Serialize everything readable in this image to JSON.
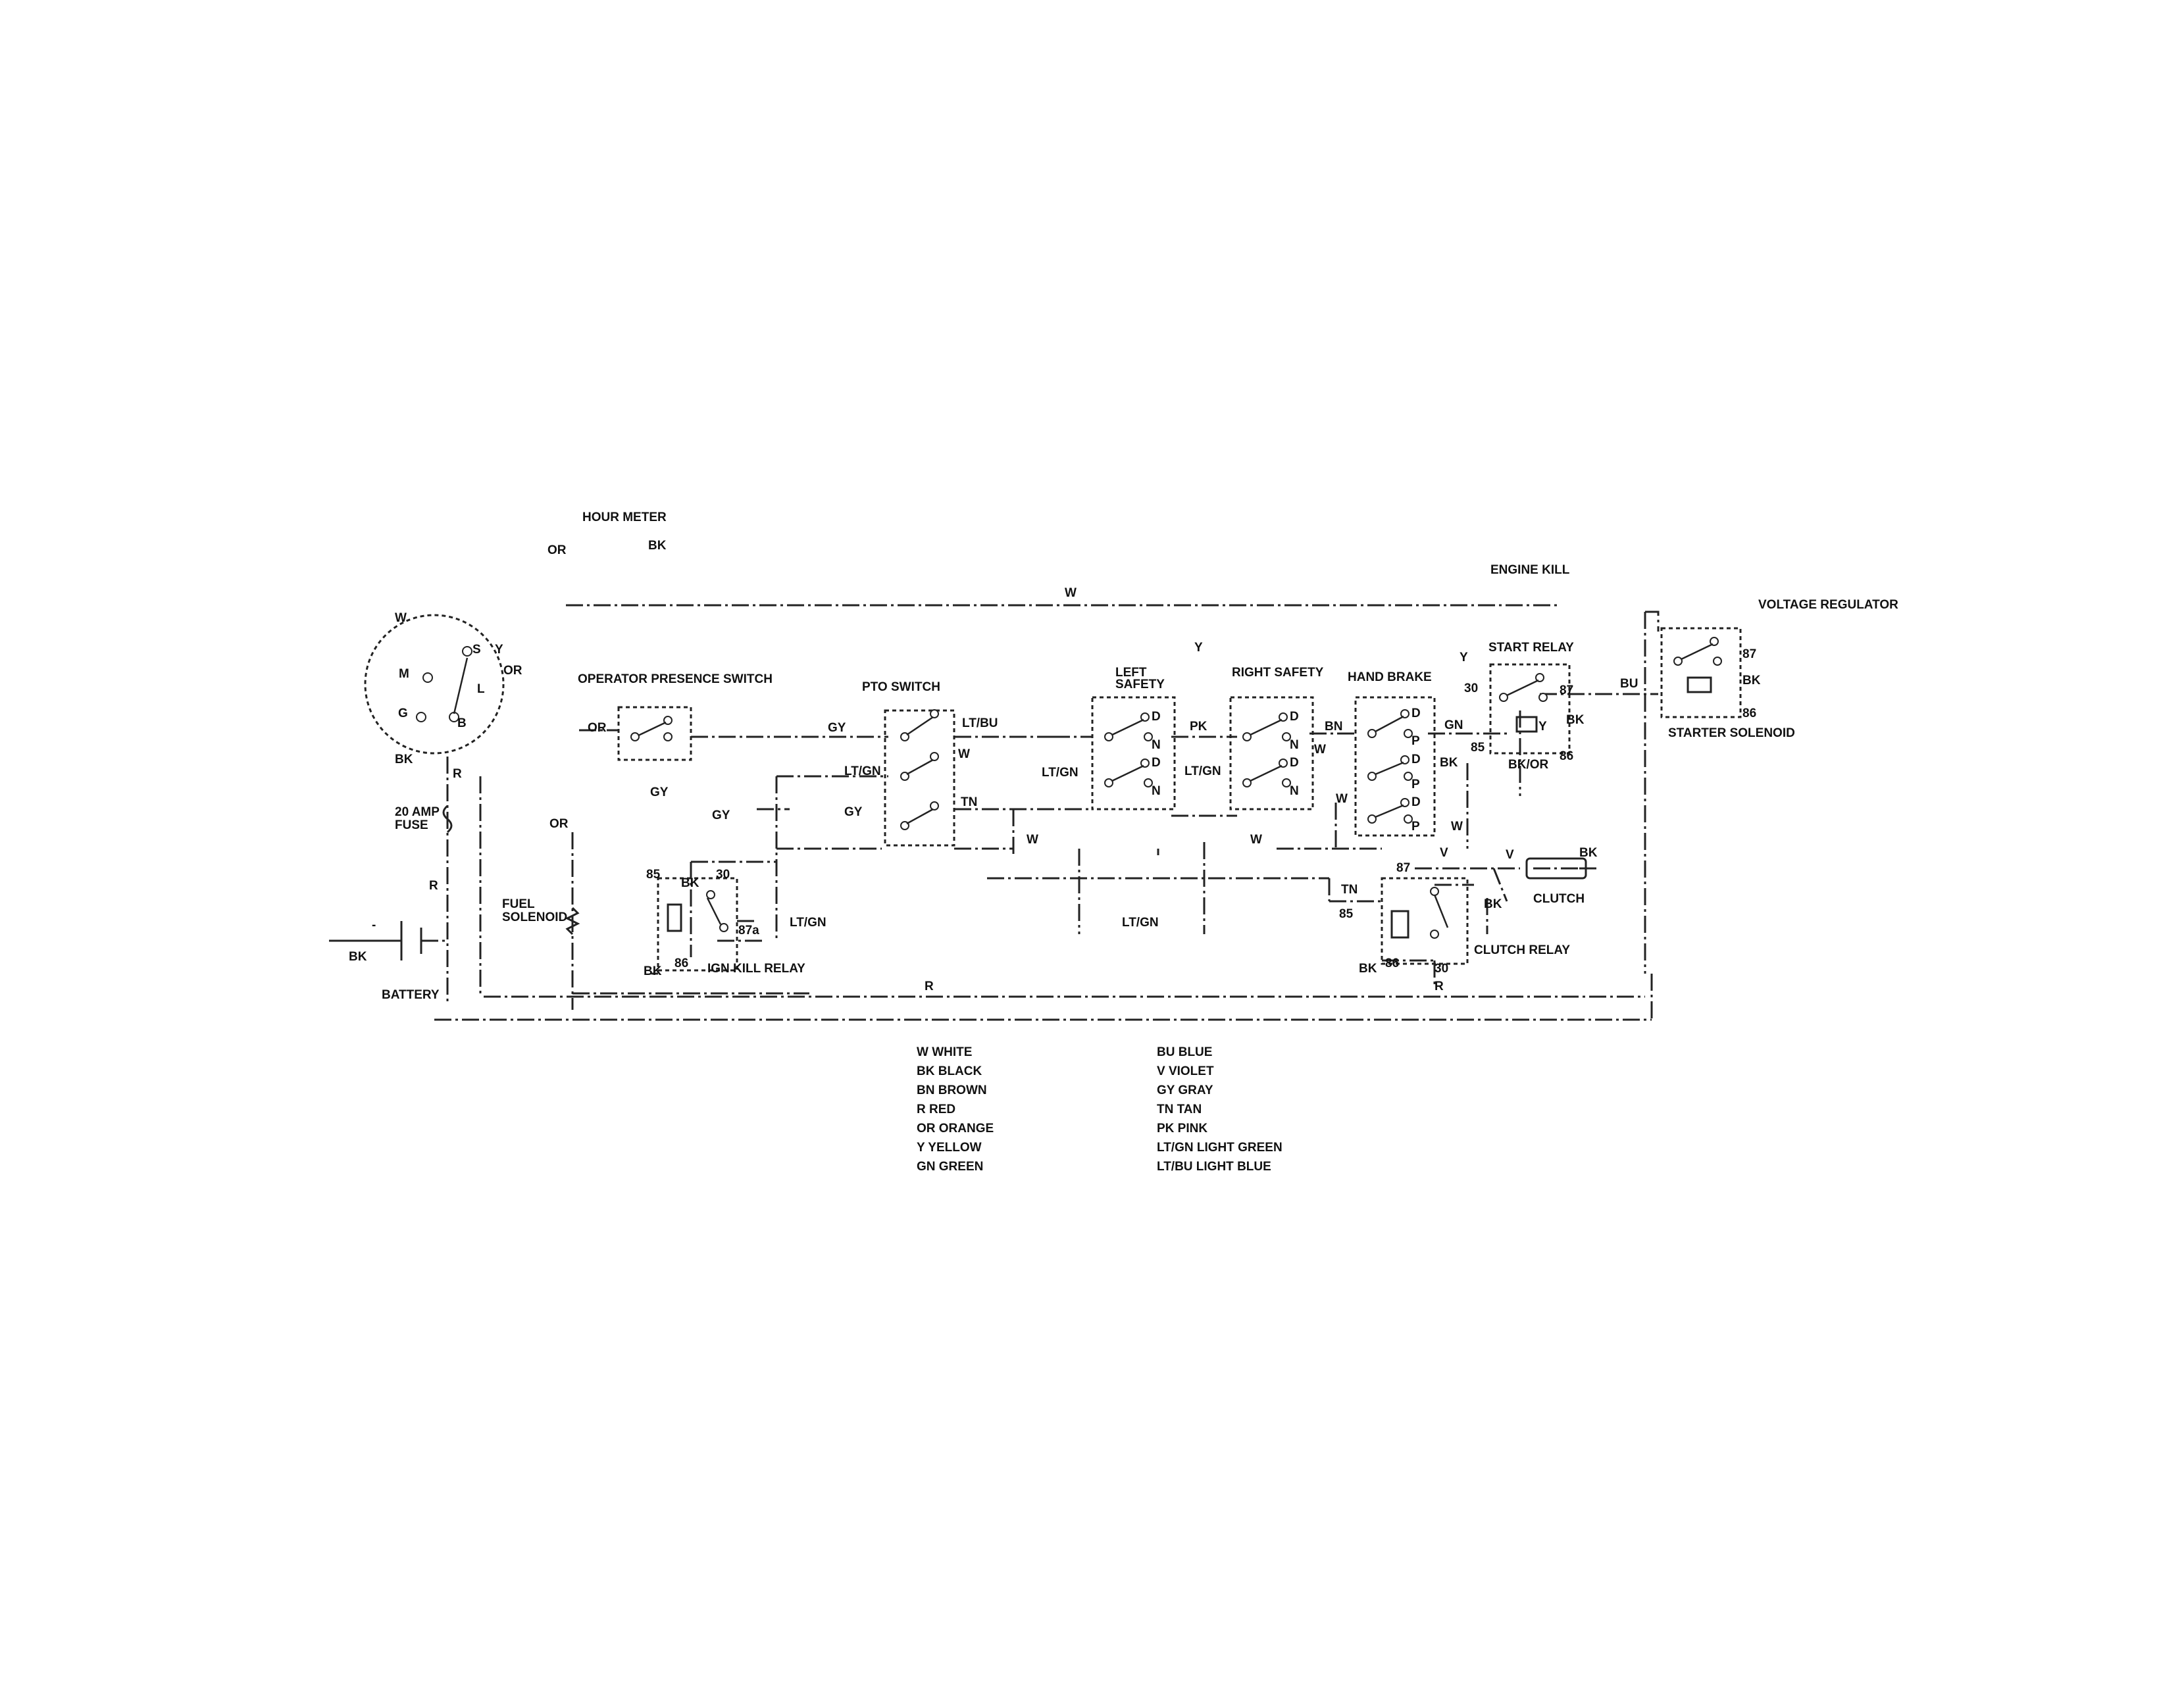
{
  "components": {
    "hour_meter": "HOUR METER",
    "engine_kill": "ENGINE KILL",
    "voltage_regulator": "VOLTAGE REGULATOR",
    "operator_presence_switch": "OPERATOR PRESENCE SWITCH",
    "pto_switch": "PTO SWITCH",
    "left_safety_1": "LEFT",
    "left_safety_2": "SAFETY",
    "right_safety": "RIGHT SAFETY",
    "hand_brake": "HAND BRAKE",
    "start_relay": "START RELAY",
    "starter_solenoid": "STARTER SOLENOID",
    "fuse_1": "20 AMP",
    "fuse_2": "FUSE",
    "fuel_solenoid_1": "FUEL",
    "fuel_solenoid_2": "SOLENOID",
    "ign_kill_relay": "IGN KILL RELAY",
    "clutch": "CLUTCH",
    "clutch_relay": "CLUTCH RELAY",
    "battery": "BATTERY"
  },
  "ignition_terminals": {
    "w": "W",
    "m": "M",
    "s": "S",
    "y": "Y",
    "l": "L",
    "g": "G",
    "b": "B"
  },
  "wire_labels": {
    "or_hour": "OR",
    "bk_hour": "BK",
    "w_top": "W",
    "y_mid": "Y",
    "or_ign": "OR",
    "bk_ign": "BK",
    "r_ign": "R",
    "r_fuse": "R",
    "bk_batt": "BK",
    "batt_minus": "-",
    "or_ops": "OR",
    "gy_ops": "GY",
    "gy_ops2": "GY",
    "gy_mid": "GY",
    "or_fuel": "OR",
    "gy_pto_left": "GY",
    "ltgn_pto_left": "LT/GN",
    "ltbu_pto": "LT/BU",
    "w_pto": "W",
    "tn_pto": "TN",
    "ltgn_left": "LT/GN",
    "w_low": "W",
    "pk": "PK",
    "ltgn_right": "LT/GN",
    "w_mid": "W",
    "bn": "BN",
    "w_hb": "W",
    "w_hb2": "W",
    "w_hb3": "W",
    "gn": "GN",
    "bk_hb": "BK",
    "y_start": "Y",
    "t30_start": "30",
    "t87_start": "87",
    "t85_start": "85",
    "t86_start": "86",
    "y_start_coil": "Y",
    "bk_start": "BK",
    "bkor": "BK/OR",
    "bu": "BU",
    "t87_sol": "87",
    "bk_sol": "BK",
    "t86_sol": "86",
    "ltgn_bottom": "LT/GN",
    "r_bottom": "R",
    "t85_ign": "85",
    "bk_ign_relay": "BK",
    "t30_ign": "30",
    "t87a_ign": "87a",
    "ltgn_ign": "LT/GN",
    "bk_ign_low": "BK",
    "t86_ign": "86",
    "tn_clutch": "TN",
    "t85_clutch": "85",
    "t87_clutch": "87",
    "v_clutch": "V",
    "v_clutch2": "V",
    "bk_clutch": "BK",
    "bk_clutch_end": "BK",
    "bk_clutch_gnd": "BK",
    "t86_clutch": "86",
    "t30_clutch": "30",
    "r_clutch": "R"
  },
  "switch_positions": {
    "left_d1": "D",
    "left_n1": "N",
    "left_d2": "D",
    "left_n2": "N",
    "right_d1": "D",
    "right_n1": "N",
    "right_d2": "D",
    "right_n2": "N",
    "hb_d1": "D",
    "hb_p1": "P",
    "hb_d2": "D",
    "hb_p2": "P",
    "hb_d3": "D",
    "hb_p3": "P"
  },
  "legend": {
    "left": [
      "W WHITE",
      "BK BLACK",
      "BN BROWN",
      "R RED",
      "OR ORANGE",
      "Y YELLOW",
      "GN GREEN"
    ],
    "right": [
      "BU BLUE",
      "V VIOLET",
      "GY GRAY",
      "TN TAN",
      "PK PINK",
      "LT/GN LIGHT GREEN",
      "LT/BU LIGHT BLUE"
    ]
  }
}
